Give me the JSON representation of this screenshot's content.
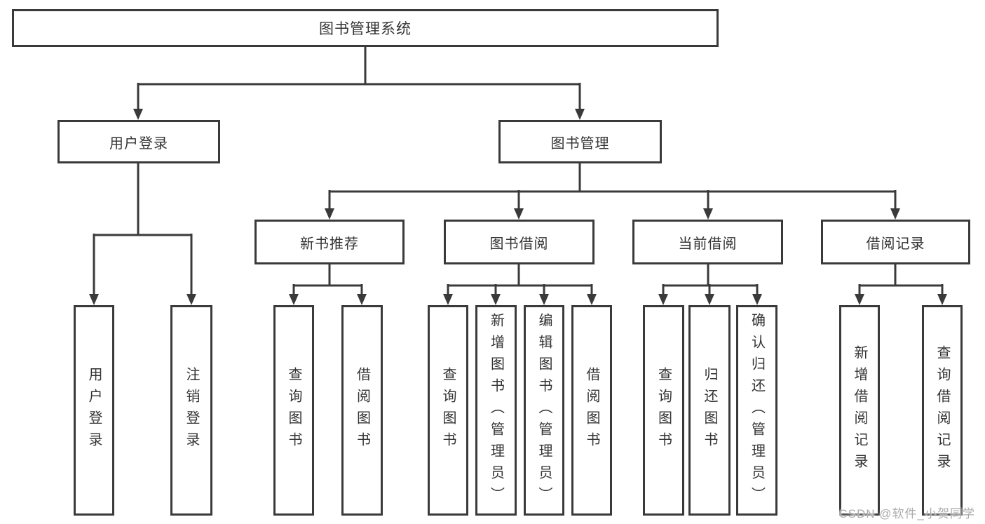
{
  "diagram": {
    "root": "图书管理系统",
    "branches": [
      {
        "label": "用户登录",
        "children": [
          "用户登录",
          "注销登录"
        ]
      },
      {
        "label": "图书管理",
        "sections": [
          {
            "label": "新书推荐",
            "children": [
              "查询图书",
              "借阅图书"
            ]
          },
          {
            "label": "图书借阅",
            "children": [
              "查询图书",
              "新增图书（管理员）",
              "编辑图书（管理员）",
              "借阅图书"
            ]
          },
          {
            "label": "当前借阅",
            "children": [
              "查询图书",
              "归还图书",
              "确认归还（管理员）"
            ]
          },
          {
            "label": "借阅记录",
            "children": [
              "新增借阅记录",
              "查询借阅记录"
            ]
          }
        ]
      }
    ]
  },
  "watermark": {
    "text": "CSDN @软件_小贺同学"
  },
  "colors": {
    "line": "#3a3a3a",
    "box_border": "#3a3a3a",
    "text": "#333333",
    "watermark": "#ababab",
    "background": "#ffffff"
  }
}
